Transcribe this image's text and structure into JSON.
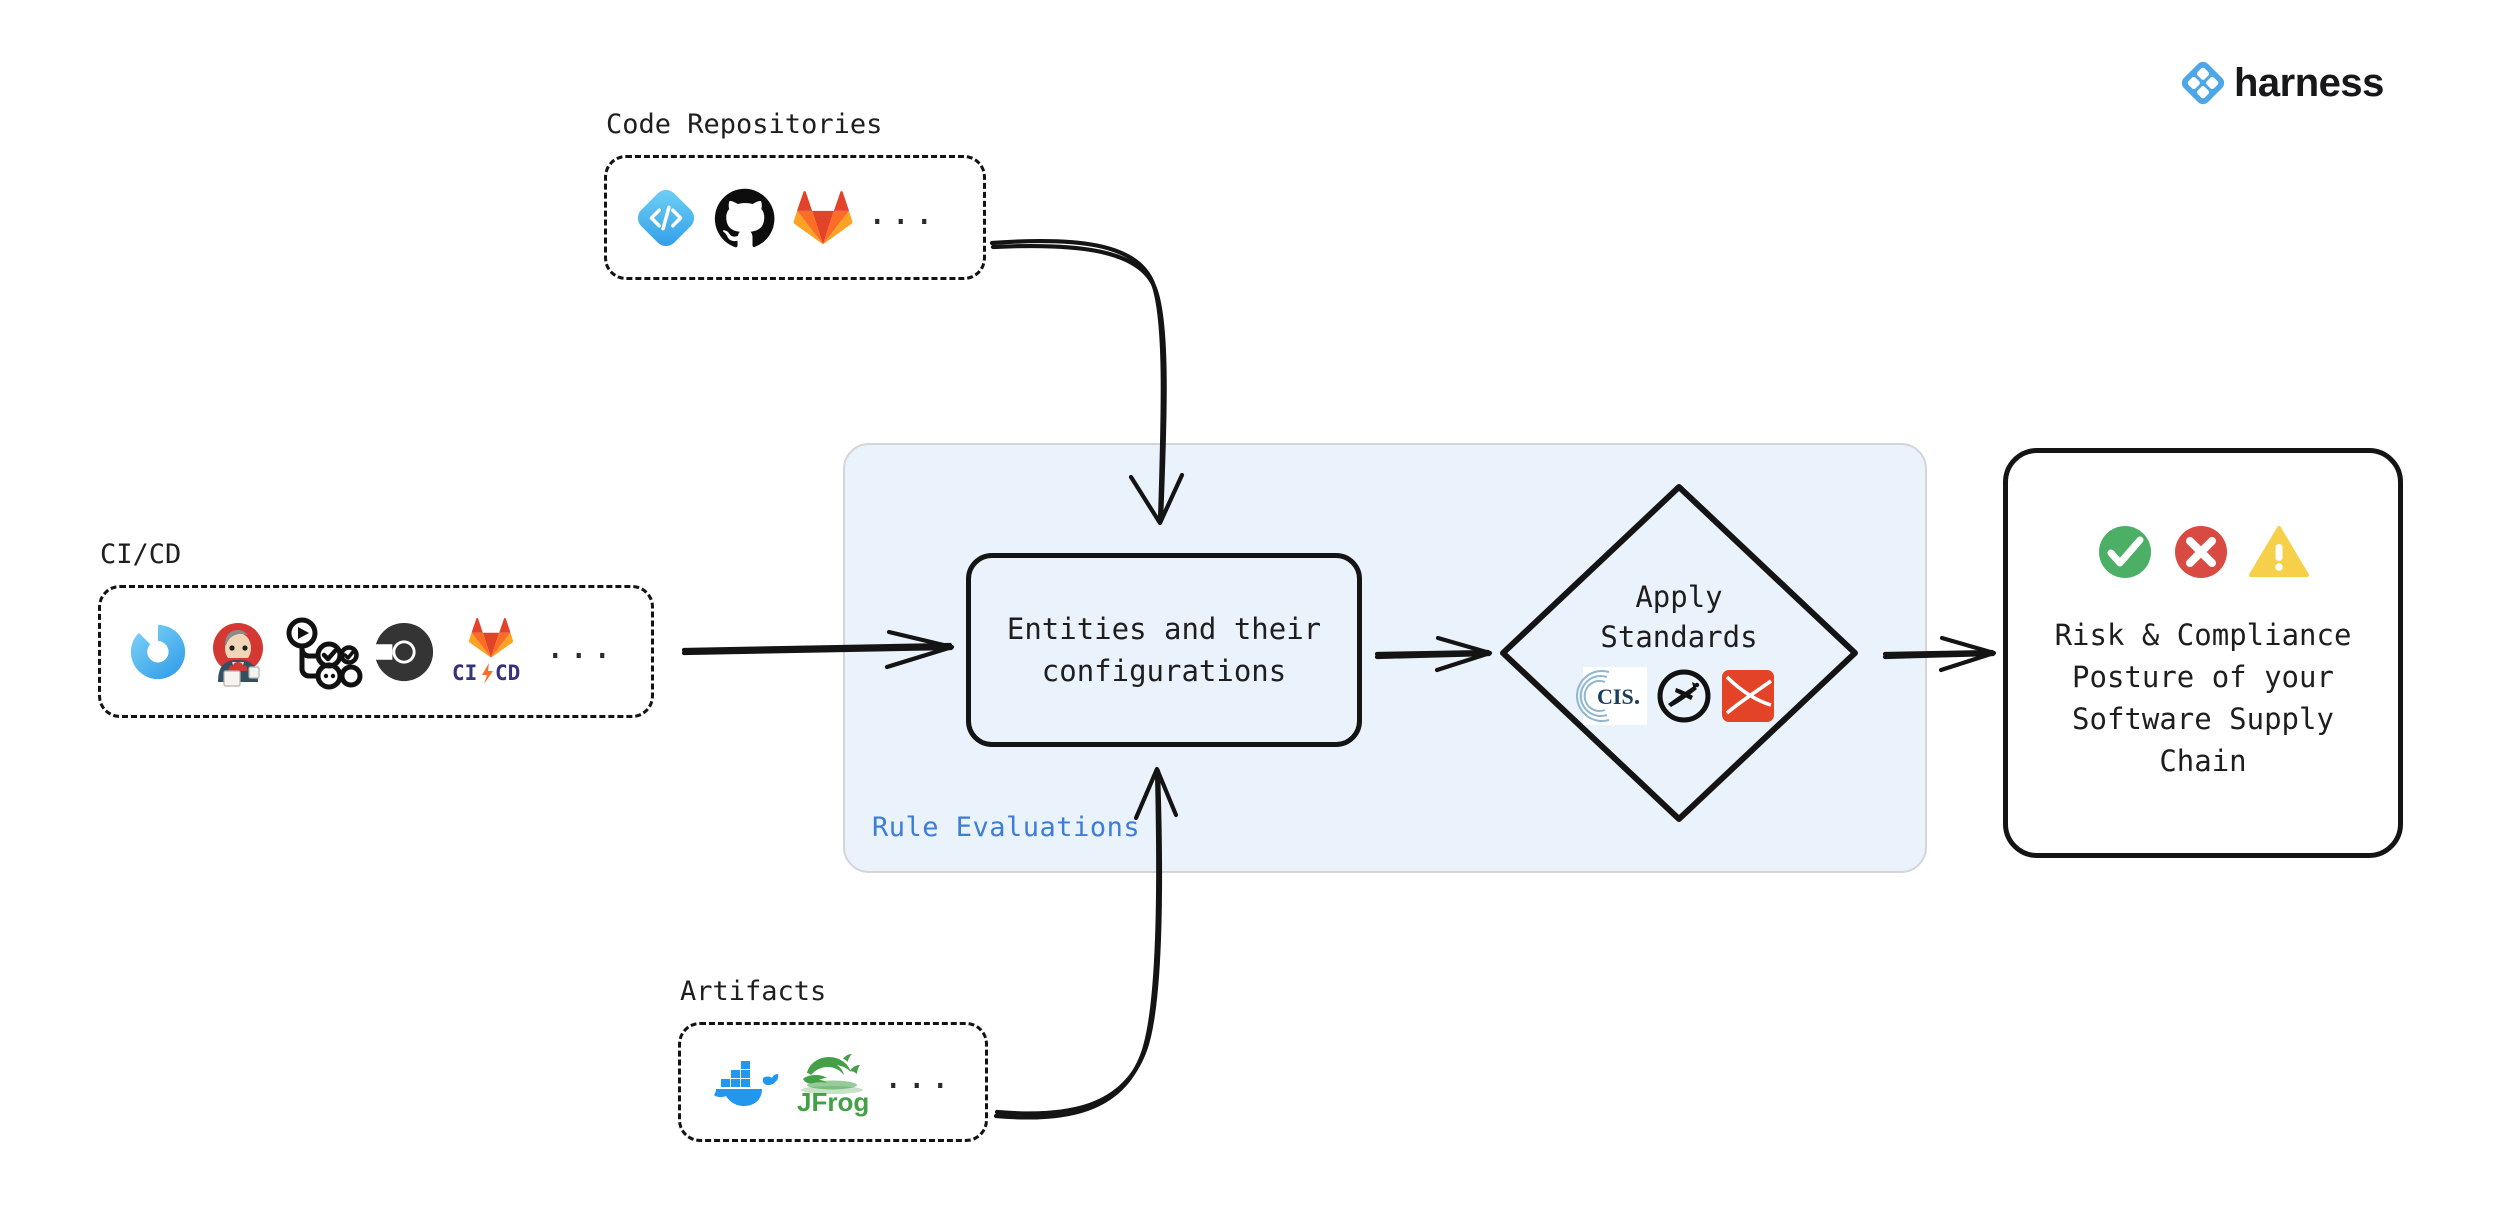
{
  "brand": {
    "name": "harness",
    "logo_icon": "harness-diamond-icon",
    "accent_color": "#4DA6E8"
  },
  "panel": {
    "label": "Rule Evaluations",
    "label_color": "#3b7dd8",
    "fill_color": "#eaf2fb",
    "border_color": "#d3d5d8"
  },
  "groups": [
    {
      "id": "code-repositories",
      "label": "Code Repositories",
      "more_indicator": "...",
      "icons": [
        {
          "name": "harness-code-icon",
          "label": "Harness Code"
        },
        {
          "name": "github-icon",
          "label": "GitHub"
        },
        {
          "name": "gitlab-icon",
          "label": "GitLab"
        }
      ]
    },
    {
      "id": "ci-cd",
      "label": "CI/CD",
      "more_indicator": "...",
      "icons": [
        {
          "name": "harness-ci-icon",
          "label": "Harness CI"
        },
        {
          "name": "jenkins-icon",
          "label": "Jenkins"
        },
        {
          "name": "github-actions-icon",
          "label": "GitHub Actions"
        },
        {
          "name": "circleci-icon",
          "label": "CircleCI"
        },
        {
          "name": "gitlab-cicd-icon",
          "label": "GitLab CI/CD",
          "text": "CI CD"
        }
      ]
    },
    {
      "id": "artifacts",
      "label": "Artifacts",
      "more_indicator": "...",
      "icons": [
        {
          "name": "docker-icon",
          "label": "Docker"
        },
        {
          "name": "jfrog-icon",
          "label": "JFrog",
          "text": "JFrog"
        }
      ]
    }
  ],
  "entities": {
    "line1": "Entities and their",
    "line2": "configurations"
  },
  "apply_standards": {
    "title_line1": "Apply",
    "title_line2": "Standards",
    "icons": [
      {
        "name": "cis-icon",
        "label": "CIS",
        "text": "CIS."
      },
      {
        "name": "openssf-icon",
        "label": "OpenSSF"
      },
      {
        "name": "owasp-icon",
        "label": "OWASP"
      }
    ]
  },
  "result": {
    "icons": [
      {
        "name": "check-circle-icon",
        "label": "pass",
        "color": "#4CAF66"
      },
      {
        "name": "error-circle-icon",
        "label": "fail",
        "color": "#D94A42"
      },
      {
        "name": "warning-triangle-icon",
        "label": "warn",
        "color": "#F7D04A"
      }
    ],
    "line1": "Risk & Compliance",
    "line2": "Posture of your",
    "line3": "Software Supply",
    "line4": "Chain"
  },
  "connectors": [
    {
      "name": "code-repos-to-entities-arrow",
      "from": "code-repositories",
      "to": "entities"
    },
    {
      "name": "cicd-to-entities-arrow",
      "from": "ci-cd",
      "to": "entities"
    },
    {
      "name": "artifacts-to-entities-arrow",
      "from": "artifacts",
      "to": "entities"
    },
    {
      "name": "entities-to-standards-arrow",
      "from": "entities",
      "to": "apply-standards"
    },
    {
      "name": "standards-to-result-arrow",
      "from": "apply-standards",
      "to": "result"
    }
  ]
}
